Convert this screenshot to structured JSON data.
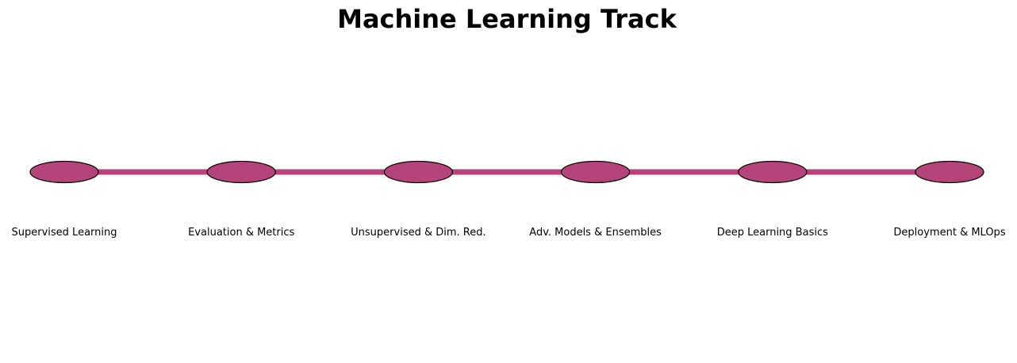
{
  "title": "Machine Learning Track",
  "colors": {
    "node_fill": "#b5447a",
    "node_stroke": "#000000",
    "connector": "#b5447a"
  },
  "steps": [
    {
      "label": "Supervised Learning"
    },
    {
      "label": "Evaluation & Metrics"
    },
    {
      "label": "Unsupervised & Dim. Red."
    },
    {
      "label": "Adv. Models & Ensembles"
    },
    {
      "label": "Deep Learning Basics"
    },
    {
      "label": "Deployment & MLOps"
    }
  ]
}
